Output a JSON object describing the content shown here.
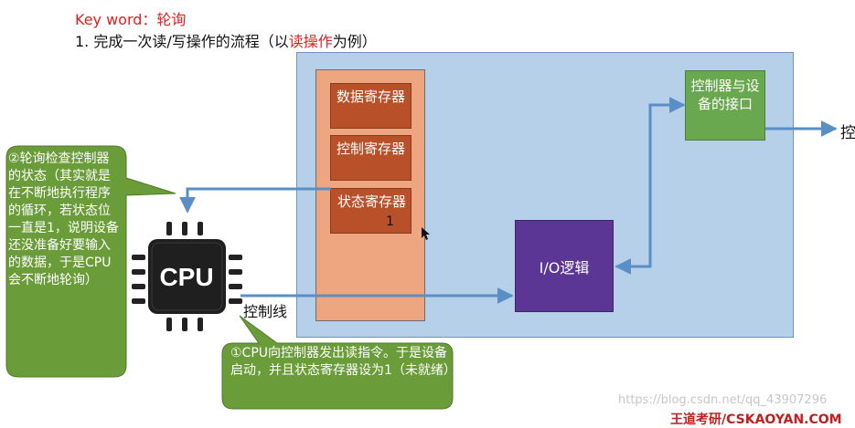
{
  "keyword": "Key word：轮询",
  "heading": {
    "before": "1. 完成一次读/写操作的流程（以",
    "highlight": "读操作",
    "after": "为例）"
  },
  "registers": {
    "data": "数据寄存器",
    "control": "控制寄存器",
    "status": "状态寄存器",
    "status_bit": "1"
  },
  "interface_box": "控制器与设备的接口",
  "io_logic": "I/O逻辑",
  "right_label": "控",
  "control_line_label": "控制线",
  "cpu_label": "CPU",
  "callouts": {
    "polling": "②轮询检查控制器的状态（其实就是在不断地执行程序的循环，若状态位一直是1，说明设备还没准备好要输入的数据，于是CPU会不断地轮询）",
    "read_cmd": "①CPU向控制器发出读指令。于是设备启动，并且状态寄存器设为1（未就绪）"
  },
  "watermark": "https://blog.csdn.net/qq_43907296",
  "brand": "王道考研/CSKAOYAN.COM",
  "colors": {
    "device_bg": "#b7d0ea",
    "register": "#b8512a",
    "register_panel": "#eea681",
    "interface": "#6aa84f",
    "io_logic": "#5b3694",
    "callout": "#6b9c3a",
    "arrow": "#5a8fc6",
    "highlight": "#e02020"
  }
}
